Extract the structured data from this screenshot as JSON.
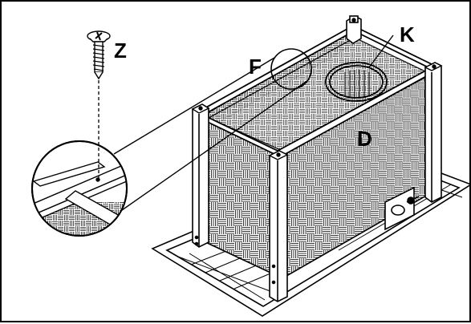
{
  "labels": {
    "screw": "Z",
    "detail_circle": "F",
    "top_opening": "K",
    "side_panel": "D"
  },
  "colors": {
    "line": "#000000",
    "background": "#ffffff",
    "weave": "#2a2a2a"
  },
  "icons": {
    "screw": "screw-icon",
    "magnifier": "detail-magnifier",
    "frame": "planter-frame"
  }
}
